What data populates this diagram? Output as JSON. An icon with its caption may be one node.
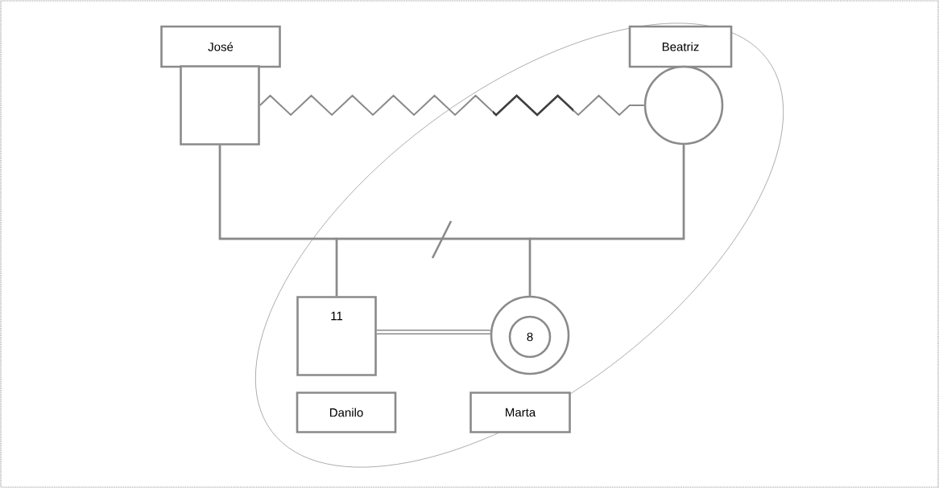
{
  "diagram": {
    "nodes": [
      {
        "text": [
          "José"
        ]
      },
      {
        "text": [],
        "shape": "box"
      },
      {
        "text": [
          "Beatriz"
        ]
      },
      {
        "text": [],
        "shape": "circle"
      },
      {
        "text": [
          "11"
        ]
      },
      {
        "text": [],
        "shape": "circle"
      },
      {
        "text": [
          "8"
        ],
        "in": 5
      },
      {
        "text": [
          "Danilo"
        ]
      },
      {
        "text": [
          "Marta"
        ]
      }
    ],
    "edges": [
      {
        "from": 1,
        "to": 3,
        "arrow": "none"
      },
      {
        "from": 1,
        "to": 3,
        "arrow": "none"
      },
      {
        "from": 1,
        "to": 4,
        "arrow": "none"
      },
      {
        "from": 3,
        "to": 4,
        "arrow": "none"
      },
      {
        "from": 1,
        "to": 5,
        "arrow": "none"
      },
      {
        "from": 3,
        "to": 5,
        "arrow": "none"
      },
      {
        "from": 4,
        "to": 5,
        "arrow": "none",
        "style": "thick"
      }
    ]
  }
}
